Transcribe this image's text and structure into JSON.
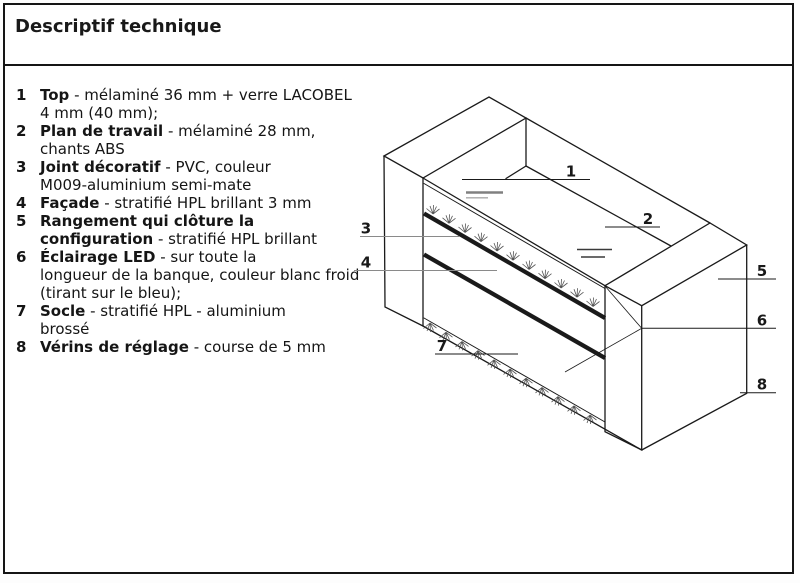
{
  "page": {
    "title": "Descriptif technique"
  },
  "spec_list": {
    "items": [
      {
        "num": "1",
        "lines": [
          {
            "b": "Top",
            "r": " - mélaminé 36 mm + verre LACOBEL"
          },
          {
            "r": "4 mm (40 mm);"
          }
        ]
      },
      {
        "num": "2",
        "lines": [
          {
            "b": "Plan de travail",
            "r": " - mélaminé 28 mm,"
          },
          {
            "r": "chants ABS"
          }
        ]
      },
      {
        "num": "3",
        "lines": [
          {
            "b": "Joint décoratif",
            "r": " - PVC, couleur"
          },
          {
            "r": "M009-aluminium semi-mate"
          }
        ]
      },
      {
        "num": "4",
        "lines": [
          {
            "b": "Façade",
            "r": " - stratifié HPL brillant 3 mm"
          }
        ]
      },
      {
        "num": "5",
        "lines": [
          {
            "b": "Rangement qui clôture la",
            "r": ""
          },
          {
            "b": "configuration",
            "r": " - stratifié HPL brillant"
          }
        ]
      },
      {
        "num": "6",
        "lines": [
          {
            "b": "Éclairage LED",
            "r": " - sur toute la"
          },
          {
            "r": "longueur de la banque, couleur blanc froid"
          },
          {
            "r": "(tirant sur le bleu);"
          }
        ]
      },
      {
        "num": "7",
        "lines": [
          {
            "b": "Socle",
            "r": " - stratifié HPL - aluminium"
          },
          {
            "r": "brossé"
          }
        ]
      },
      {
        "num": "8",
        "lines": [
          {
            "b": "Vérins de réglage",
            "r": " - course de 5 mm"
          }
        ]
      }
    ]
  },
  "diagram": {
    "type": "isometric-line-drawing",
    "subject": "banque d'accueil (reception desk)",
    "callouts": [
      "1",
      "2",
      "3",
      "4",
      "5",
      "6",
      "7",
      "8"
    ],
    "colors": {
      "line": "#1a1a1a",
      "band": "#1a1a1a",
      "leader_gray": "#8a8a8a",
      "reflection_gray": "#808080",
      "spray": "#555555"
    }
  }
}
